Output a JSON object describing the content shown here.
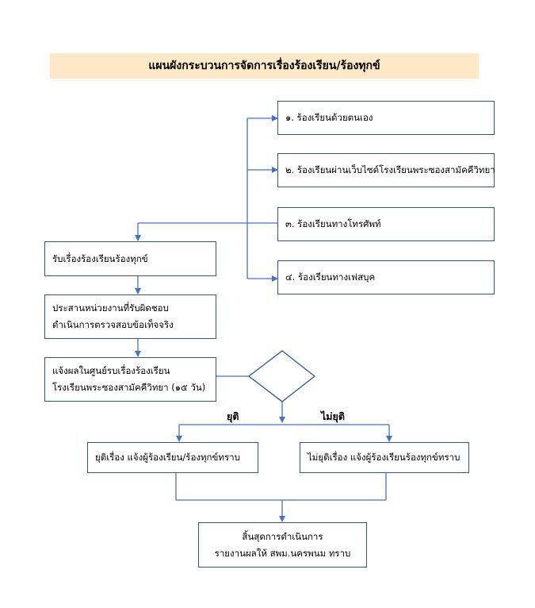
{
  "title": "แผนผังกระบวนการจัดการเรื่องร้องเรียน/ร้องทุกข์",
  "channels": [
    "๑. ร้องเรียนด้วยตนเอง",
    "๒. ร้องเรียนผ่านเว็บไซด์โรงเรียนพระซองสามัคคีวิทยา",
    "๓. ร้องเรียนทางโทรศัพท์",
    "๔. ร้องเรียนทางเฟสบุค"
  ],
  "steps": {
    "receive": "รับเรื่องร้องเรียนร้องทุกข์",
    "coordinate": [
      "ประสานหน่วยงานที่รับผิดชอบ",
      "ดำเนินการตรวจสอบข้อเท็จจริง"
    ],
    "notify": [
      "แจ้งผลในศูนย์รบเรื่องร้องเรียน",
      "โรงเรียนพระซองสามัคคีวิทยา (๑๕ วัน)"
    ]
  },
  "decision": {
    "yes_label": "ยุติ",
    "no_label": "ไม่ยุติ",
    "yes_box": "ยุติเรื่อง แจ้งผู้ร้องเรียน/ร้องทุกข์ทราบ",
    "no_box": "ไม่ยุติเรื่อง แจ้งผู้ร้องเรียนร้องทุกข์ทราบ"
  },
  "end": [
    "สิ้นสุดการดำเนินการ",
    "รายงานผลให้ สพม.นครพนม ทราบ"
  ],
  "colors": {
    "line": "#4472c4",
    "border": "#2f5597",
    "title_bg": "#fde9c5"
  }
}
